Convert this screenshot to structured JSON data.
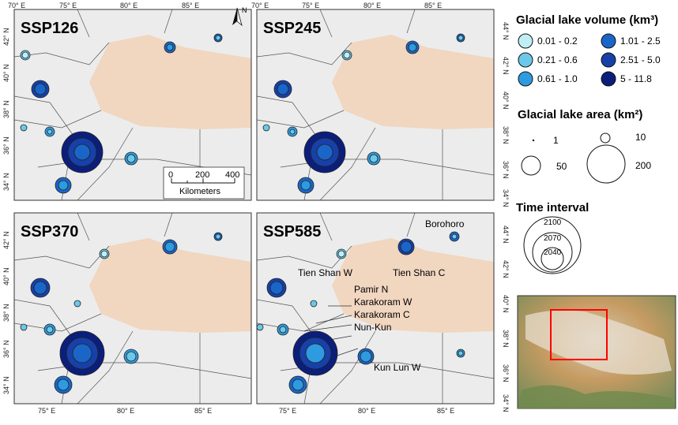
{
  "panels": [
    {
      "title": "SSP126",
      "x_ticks": [
        "70° E",
        "75° E",
        "80° E",
        "85° E"
      ],
      "y_ticks": [
        "42° N",
        "40° N",
        "38° N",
        "36° N",
        "34° N"
      ],
      "y_ticks_right": []
    },
    {
      "title": "SSP245",
      "x_ticks": [
        "70° E",
        "75° E",
        "80° E",
        "85° E"
      ],
      "y_ticks": [],
      "y_ticks_right": [
        "44° N",
        "42° N",
        "40° N",
        "38° N",
        "36° N",
        "34° N"
      ]
    },
    {
      "title": "SSP370",
      "x_ticks": [
        "75° E",
        "80° E",
        "85° E"
      ],
      "y_ticks": [
        "42° N",
        "40° N",
        "38° N",
        "36° N",
        "34° N"
      ],
      "y_ticks_right": []
    },
    {
      "title": "SSP585",
      "x_ticks": [
        "75° E",
        "80° E",
        "85° E"
      ],
      "y_ticks": [],
      "y_ticks_right": [
        "44° N",
        "42° N",
        "40° N",
        "38° N",
        "36° N",
        "34° N"
      ]
    }
  ],
  "north_arrow_label": "N",
  "scale_bar": {
    "ticks": [
      "0",
      "200",
      "400"
    ],
    "unit": "Kilometers"
  },
  "region_labels": [
    "Borohoro",
    "Tien Shan W",
    "Tien Shan C",
    "Pamir N",
    "Karakoram W",
    "Karakoram C",
    "Nun-Kun",
    "Kun Lun W"
  ],
  "legend": {
    "volume_title": "Glacial lake volume (km³)",
    "volume_classes": [
      {
        "label": "0.01 - 0.2",
        "color": "#bfeff5"
      },
      {
        "label": "0.21 - 0.6",
        "color": "#6cc8e8"
      },
      {
        "label": "0.61 - 1.0",
        "color": "#2e9be0"
      },
      {
        "label": "1.01 - 2.5",
        "color": "#1a66c8"
      },
      {
        "label": "2.51 - 5.0",
        "color": "#1740a8"
      },
      {
        "label": "5 - 11.8",
        "color": "#0b1f7a"
      }
    ],
    "area_title": "Glacial lake area (km²)",
    "area_classes": [
      "1",
      "10",
      "50",
      "200"
    ],
    "time_title": "Time interval",
    "time_classes": [
      "2100",
      "2070",
      "2040"
    ]
  },
  "colors": {
    "desert": "#f1d6c0",
    "mountain": "#e7e7e8",
    "border": "#555555",
    "inset_box": "#ff0000"
  }
}
